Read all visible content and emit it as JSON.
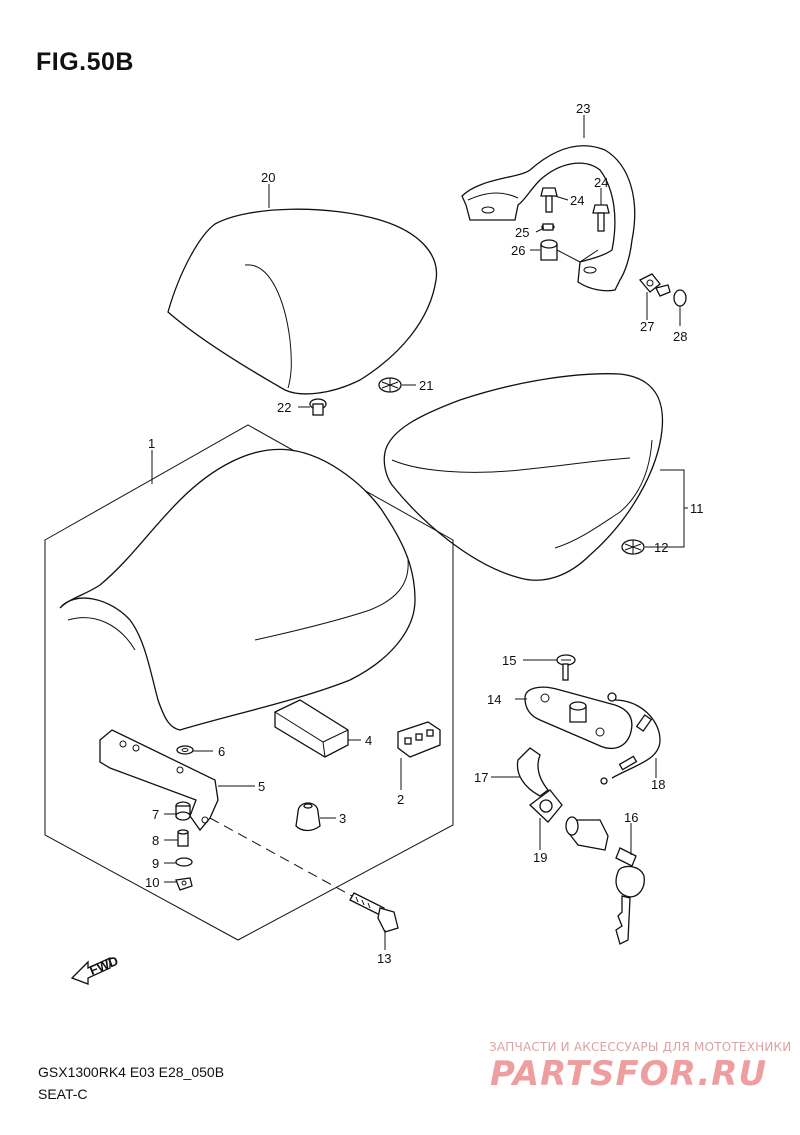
{
  "figure": {
    "title": "FIG.50B",
    "model_line": "GSX1300RK4 E03 E28_050B",
    "section": "SEAT-C"
  },
  "watermark": {
    "tagline": "ЗАПЧАСТИ И АКСЕССУАРЫ ДЛЯ МОТОТЕХНИКИ",
    "logo": "PARTSFOR.RU"
  },
  "direction_marker": "FWD",
  "callouts": {
    "c1": "1",
    "c2": "2",
    "c3": "3",
    "c4": "4",
    "c5": "5",
    "c6": "6",
    "c7": "7",
    "c8": "8",
    "c9": "9",
    "c10": "10",
    "c11": "11",
    "c12": "12",
    "c13": "13",
    "c14": "14",
    "c15": "15",
    "c16": "16",
    "c17": "17",
    "c18": "18",
    "c19": "19",
    "c20": "20",
    "c21": "21",
    "c22": "22",
    "c23": "23",
    "c24a": "24",
    "c24b": "24",
    "c25": "25",
    "c26": "26",
    "c27": "27",
    "c28": "28"
  }
}
